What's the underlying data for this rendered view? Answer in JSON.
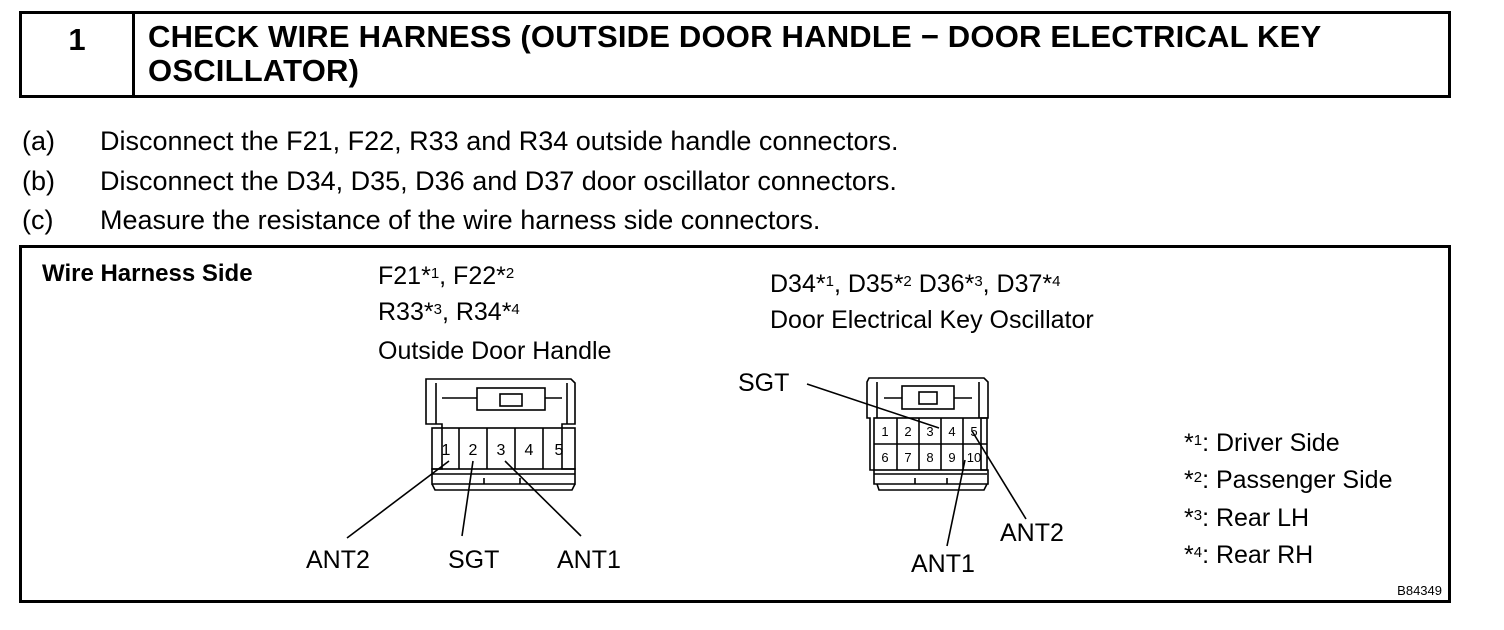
{
  "step": {
    "number": "1",
    "title_line1": "CHECK WIRE HARNESS (OUTSIDE DOOR HANDLE − DOOR ELECTRICAL KEY",
    "title_line2": "OSCILLATOR)"
  },
  "instructions": [
    {
      "label": "(a)",
      "text": "Disconnect the F21, F22, R33 and R34 outside handle connectors."
    },
    {
      "label": "(b)",
      "text": "Disconnect the D34, D35, D36 and D37 door oscillator connectors."
    },
    {
      "label": "(c)",
      "text": "Measure the resistance of the wire harness side connectors."
    }
  ],
  "figure": {
    "side_label": "Wire Harness Side",
    "left_connector": {
      "name_1a": "F21*",
      "sup_1a": "1",
      "name_1b": ", F22*",
      "sup_1b": "2",
      "name_2a": "R33*",
      "sup_2a": "3",
      "name_2b": ", R34*",
      "sup_2b": "4",
      "description": "Outside Door Handle",
      "pins": [
        "1",
        "2",
        "3",
        "4",
        "5"
      ],
      "callouts": {
        "ant2": "ANT2",
        "sgt": "SGT",
        "ant1": "ANT1"
      }
    },
    "right_connector": {
      "name_a": "D34*",
      "sup_a": "1",
      "name_b": ", D35*",
      "sup_b": "2",
      "name_c": " D36*",
      "sup_c": "3",
      "name_d": ", D37*",
      "sup_d": "4",
      "description": "Door Electrical Key Oscillator",
      "pins_row1": [
        "1",
        "2",
        "3",
        "4",
        "5"
      ],
      "pins_row2": [
        "6",
        "7",
        "8",
        "9",
        "10"
      ],
      "callouts": {
        "sgt": "SGT",
        "ant2": "ANT2",
        "ant1": "ANT1"
      }
    },
    "legend": [
      {
        "sup": "1",
        "text": ": Driver Side"
      },
      {
        "sup": "2",
        "text": ": Passenger Side"
      },
      {
        "sup": "3",
        "text": ": Rear LH"
      },
      {
        "sup": "4",
        "text": ": Rear RH"
      }
    ],
    "figure_code": "B84349"
  }
}
